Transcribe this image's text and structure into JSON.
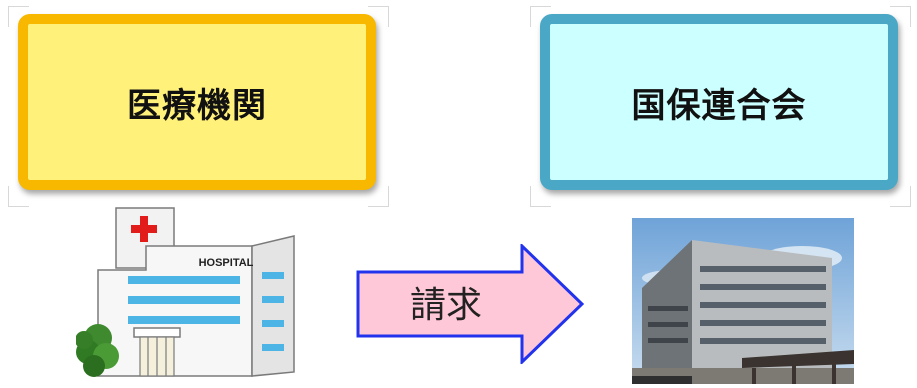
{
  "left_box": {
    "label": "医療機関"
  },
  "right_box": {
    "label": "国保連合会"
  },
  "arrow": {
    "label": "請求"
  },
  "hospital": {
    "sign": "HOSPITAL"
  },
  "colors": {
    "left_border": "#f8b800",
    "left_fill": "#fff17a",
    "right_border": "#4aa7c6",
    "right_fill": "#ccffff",
    "arrow_fill": "#ffc8d8",
    "arrow_border": "#2233ee"
  }
}
